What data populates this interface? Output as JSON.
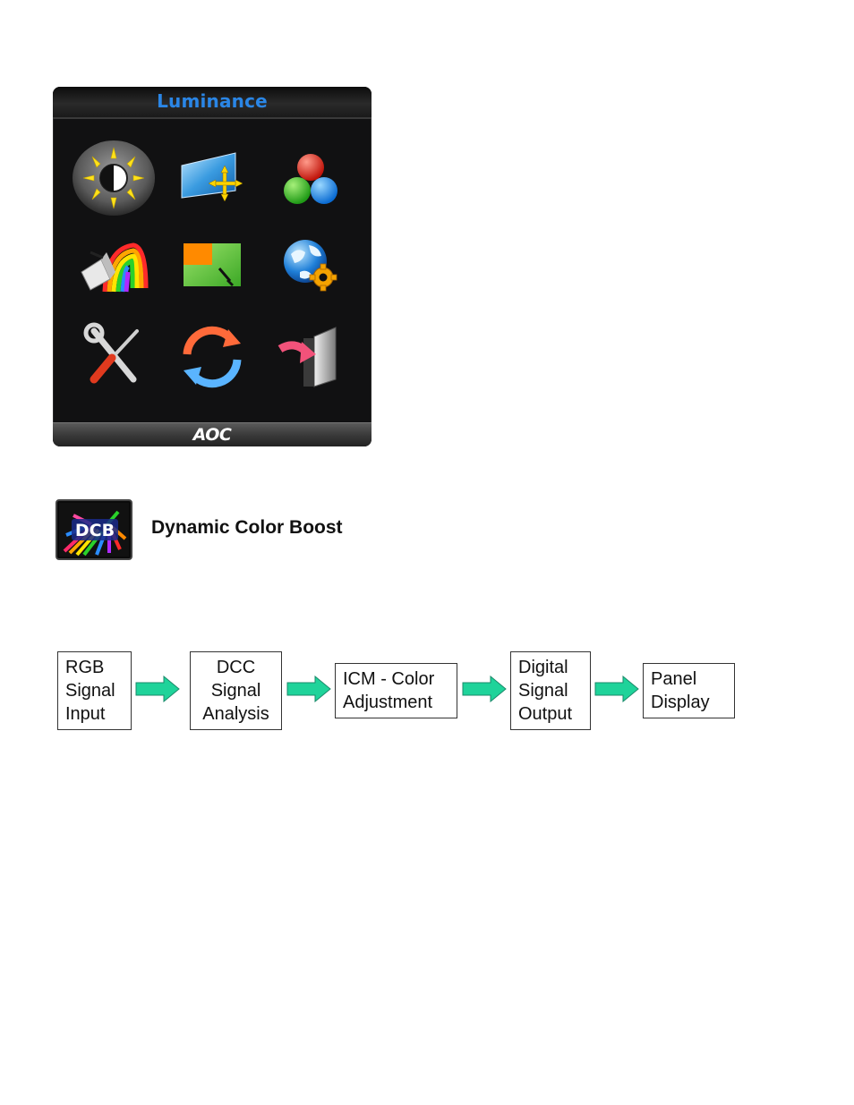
{
  "osd": {
    "title": "Luminance",
    "brand": "AOC",
    "icons": [
      {
        "name": "luminance-icon",
        "selected": true
      },
      {
        "name": "image-setup-icon"
      },
      {
        "name": "color-setup-icon"
      },
      {
        "name": "picture-boost-icon"
      },
      {
        "name": "osd-setup-icon"
      },
      {
        "name": "extra-settings-icon"
      },
      {
        "name": "tools-icon"
      },
      {
        "name": "factory-reset-icon"
      },
      {
        "name": "exit-icon"
      }
    ],
    "colors": {
      "title": "#2a86e6",
      "panel": "#111112"
    }
  },
  "dcb": {
    "badge_text": "DCB",
    "title": "Dynamic Color Boost"
  },
  "flow": {
    "steps": [
      {
        "lines": [
          "RGB",
          "Signal",
          "Input"
        ]
      },
      {
        "lines": [
          "DCC",
          "Signal",
          "Analysis"
        ]
      },
      {
        "lines": [
          "ICM - Color",
          "Adjustment"
        ]
      },
      {
        "lines": [
          "Digital",
          "Signal",
          "Output"
        ]
      },
      {
        "lines": [
          "Panel",
          "Display"
        ]
      }
    ],
    "arrow_color": "#1fd39a"
  }
}
